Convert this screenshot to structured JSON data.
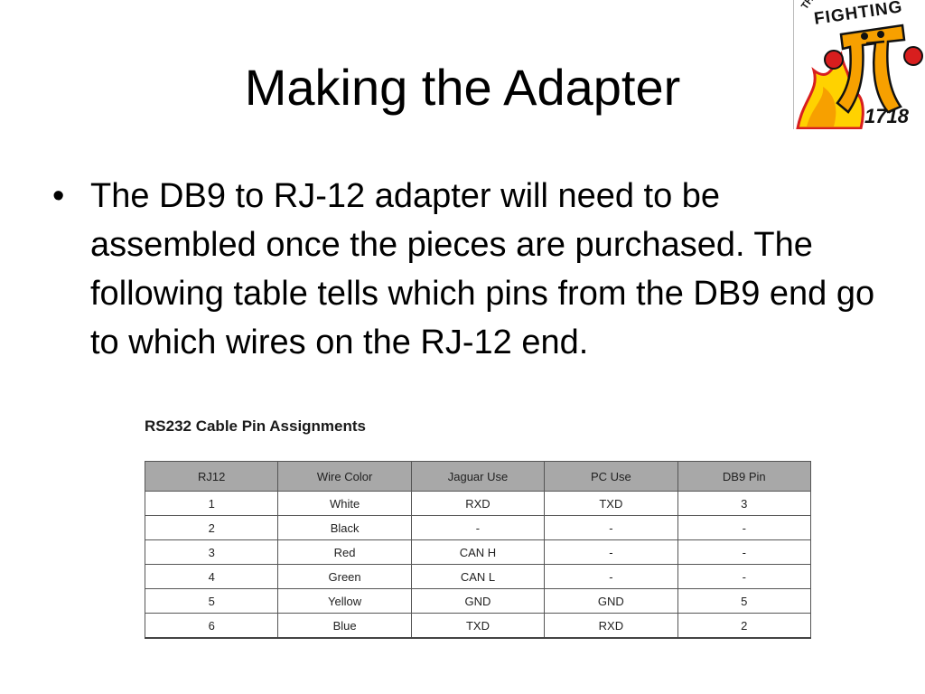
{
  "slide": {
    "title": "Making the Adapter",
    "bullet": "The DB9 to RJ-12 adapter will need to be assembled once the pieces are purchased.  The following table tells which pins from the DB9 end go to which wires on the RJ-12 end."
  },
  "logo": {
    "text_top": "THE",
    "text_main": "FIGHTING",
    "text_number": "1718",
    "colors": {
      "red": "#d81e1e",
      "orange": "#f7a000",
      "yellow": "#ffd200",
      "ink": "#111111"
    }
  },
  "table": {
    "heading": "RS232 Cable Pin Assignments",
    "columns": [
      "RJ12",
      "Wire Color",
      "Jaguar Use",
      "PC Use",
      "DB9 Pin"
    ],
    "rows": [
      [
        "1",
        "White",
        "RXD",
        "TXD",
        "3"
      ],
      [
        "2",
        "Black",
        "-",
        "-",
        "-"
      ],
      [
        "3",
        "Red",
        "CAN H",
        "-",
        "-"
      ],
      [
        "4",
        "Green",
        "CAN L",
        "-",
        "-"
      ],
      [
        "5",
        "Yellow",
        "GND",
        "GND",
        "5"
      ],
      [
        "6",
        "Blue",
        "TXD",
        "RXD",
        "2"
      ]
    ]
  }
}
